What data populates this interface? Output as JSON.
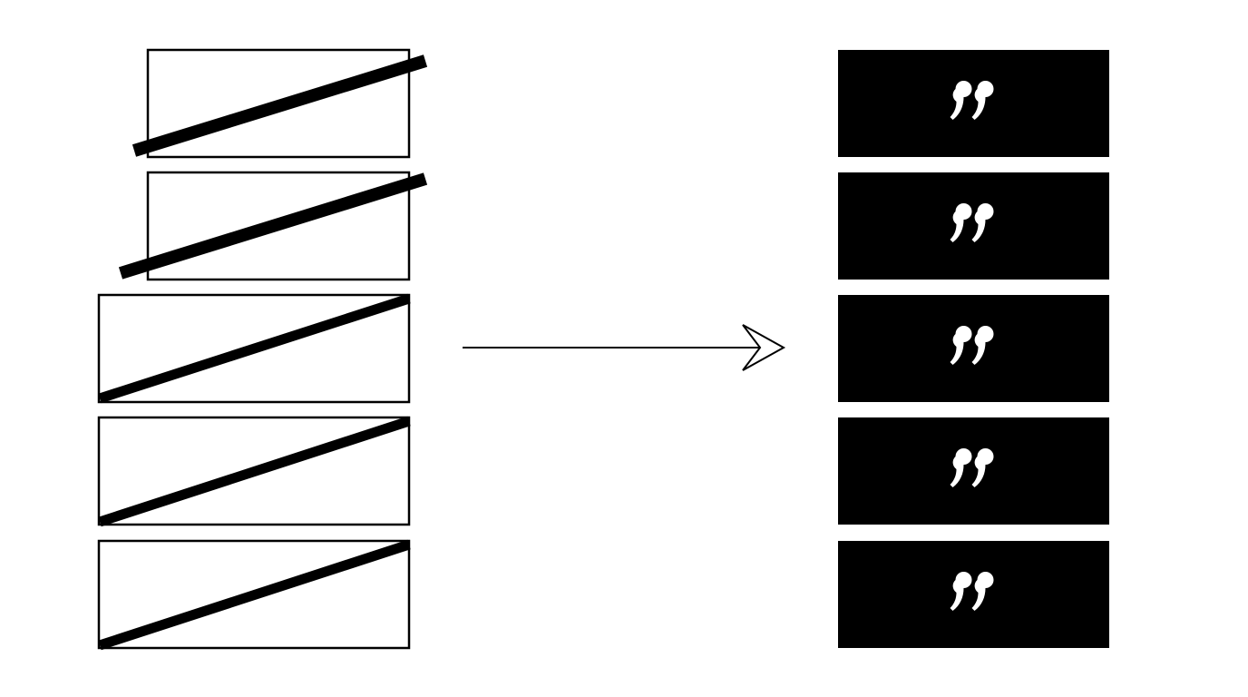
{
  "diagram": {
    "left_items": [
      {
        "kind": "crossed-frame",
        "misaligned": true
      },
      {
        "kind": "crossed-frame",
        "misaligned": true
      },
      {
        "kind": "crossed-frame",
        "misaligned": false
      },
      {
        "kind": "crossed-frame",
        "misaligned": false
      },
      {
        "kind": "crossed-frame",
        "misaligned": false
      }
    ],
    "connector": {
      "direction": "left-to-right",
      "icon": "right-arrow-icon"
    },
    "right_items": [
      {
        "kind": "quote-card",
        "icon": "closing-quote-icon"
      },
      {
        "kind": "quote-card",
        "icon": "closing-quote-icon"
      },
      {
        "kind": "quote-card",
        "icon": "closing-quote-icon"
      },
      {
        "kind": "quote-card",
        "icon": "closing-quote-icon"
      },
      {
        "kind": "quote-card",
        "icon": "closing-quote-icon"
      }
    ],
    "colors": {
      "ink": "#000000",
      "paper": "#ffffff"
    }
  }
}
